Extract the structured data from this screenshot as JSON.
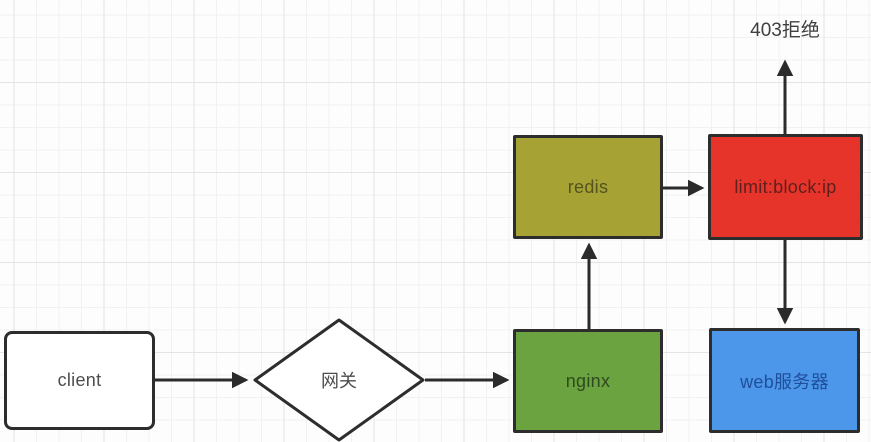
{
  "canvas": {
    "background": "#fdfdfd",
    "grid_minor_color": "#f1f1f1",
    "grid_major_color": "#e4e4e4",
    "connector_color": "#2b2b2b",
    "node_border_color": "#2d2d2d"
  },
  "annotation": {
    "label": "403拒绝",
    "color": "#3f3f3f"
  },
  "nodes": [
    {
      "id": "client",
      "label": "client",
      "shape": "rect",
      "fill": "#ffffff",
      "text_color": "#4d4d4d"
    },
    {
      "id": "gateway",
      "label": "网关",
      "shape": "diamond",
      "fill": "#ffffff",
      "text_color": "#4d4d4d"
    },
    {
      "id": "nginx",
      "label": "nginx",
      "shape": "rect",
      "fill": "#6aa33f",
      "text_color": "#2f4a1e"
    },
    {
      "id": "redis",
      "label": "redis",
      "shape": "rect",
      "fill": "#a6a233",
      "text_color": "#55531f"
    },
    {
      "id": "limit",
      "label": "limit:block:ip",
      "shape": "rect",
      "fill": "#e7342b",
      "text_color": "#5f1f1c"
    },
    {
      "id": "web",
      "label": "web服务器",
      "shape": "rect",
      "fill": "#4c97e9",
      "text_color": "#1f4e9d"
    }
  ],
  "edges": [
    {
      "id": "client-to-gateway",
      "from": "client",
      "to": "网关"
    },
    {
      "id": "gateway-to-nginx",
      "from": "网关",
      "to": "nginx"
    },
    {
      "id": "nginx-to-redis",
      "from": "nginx",
      "to": "redis"
    },
    {
      "id": "redis-to-limit",
      "from": "redis",
      "to": "limit:block:ip"
    },
    {
      "id": "limit-to-403",
      "from": "limit:block:ip",
      "to": "403拒绝"
    },
    {
      "id": "limit-to-web",
      "from": "limit:block:ip",
      "to": "web服务器"
    }
  ]
}
